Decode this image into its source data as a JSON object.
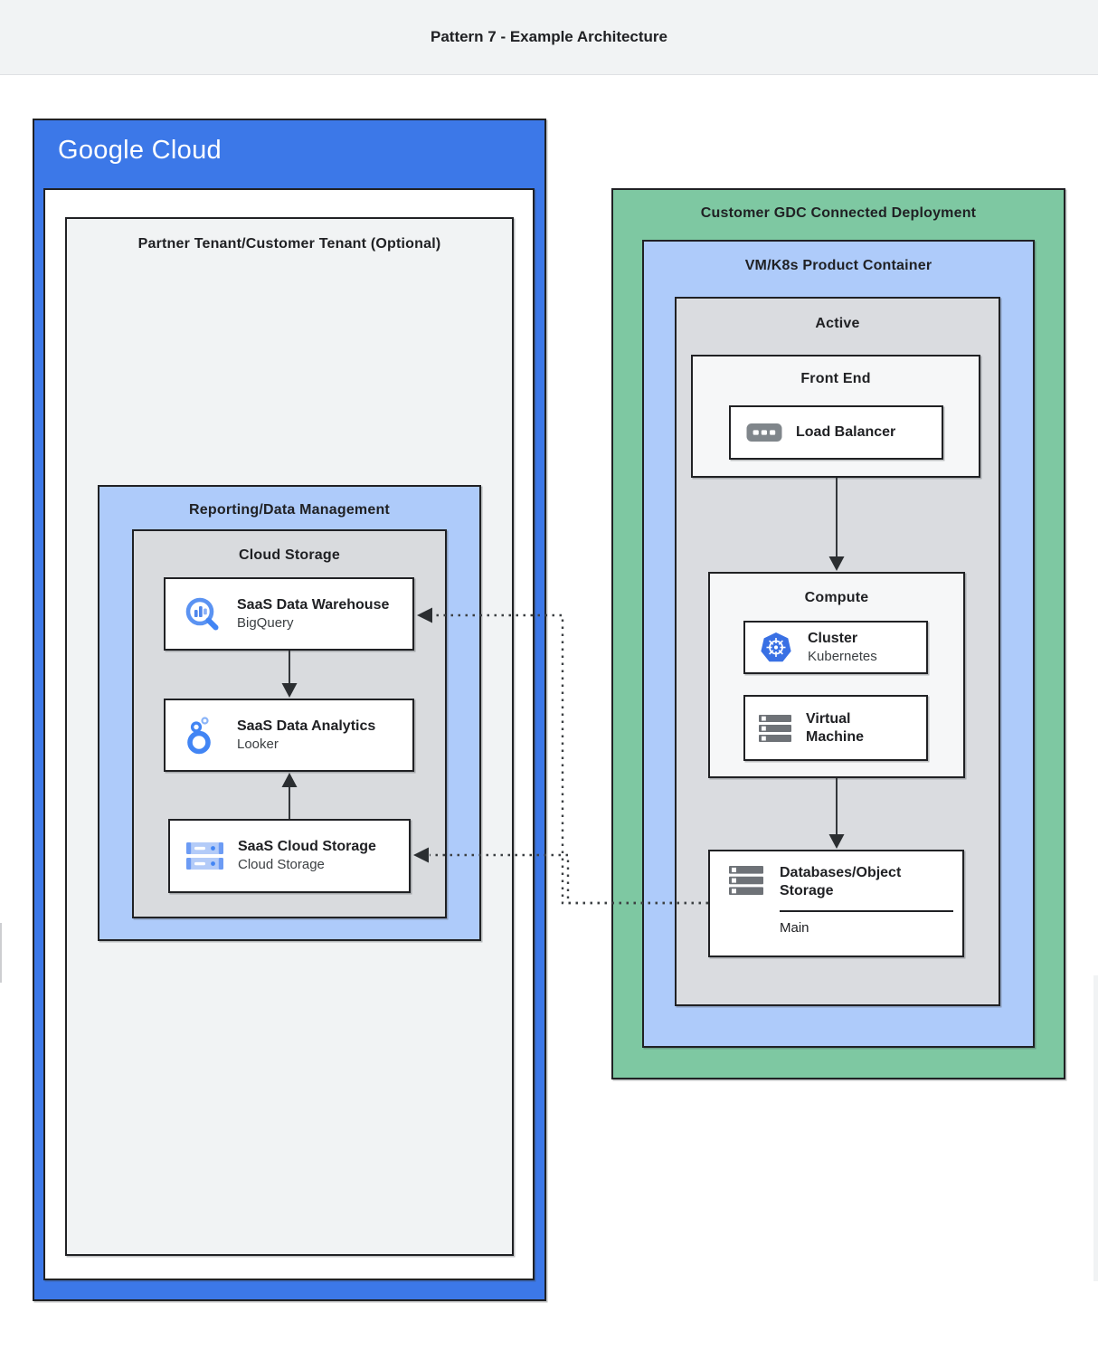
{
  "header": {
    "title": "Pattern 7 - Example Architecture"
  },
  "gc": {
    "logo": "Google Cloud",
    "partner": {
      "title": "Partner Tenant/Customer Tenant (Optional)"
    },
    "reporting": {
      "title": "Reporting/Data Management"
    },
    "storage_group": {
      "title": "Cloud Storage"
    },
    "warehouse": {
      "title": "SaaS Data Warehouse",
      "subtitle": "BigQuery",
      "icon": "bigquery-icon"
    },
    "analytics": {
      "title": "SaaS Data Analytics",
      "subtitle": "Looker",
      "icon": "looker-icon"
    },
    "storage": {
      "title": "SaaS Cloud Storage",
      "subtitle": "Cloud Storage",
      "icon": "cloud-storage-icon"
    }
  },
  "gdc": {
    "title": "Customer GDC Connected Deployment",
    "vmk8s": {
      "title": "VM/K8s Product Container"
    },
    "active": {
      "title": "Active"
    },
    "front_end": {
      "title": "Front End"
    },
    "load_balancer": {
      "title": "Load Balancer",
      "icon": "load-balancer-icon"
    },
    "compute": {
      "title": "Compute"
    },
    "cluster": {
      "title": "Cluster",
      "subtitle": "Kubernetes",
      "icon": "kubernetes-icon"
    },
    "vm": {
      "title": "Virtual Machine",
      "icon": "virtual-machine-icon"
    },
    "databases": {
      "title": "Databases/Object Storage",
      "label": "Main",
      "icon": "storage-servers-icon"
    }
  },
  "colors": {
    "google_blue": "#3c78e8",
    "container_blue": "#aecbfa",
    "container_green": "#7ec8a2",
    "container_gray": "#dadce0",
    "panel_light": "#f1f3f4",
    "border_dark": "#202124",
    "icon_blue": "#4285f4",
    "icon_gray": "#80868b",
    "kubernetes_blue": "#326ce5"
  }
}
